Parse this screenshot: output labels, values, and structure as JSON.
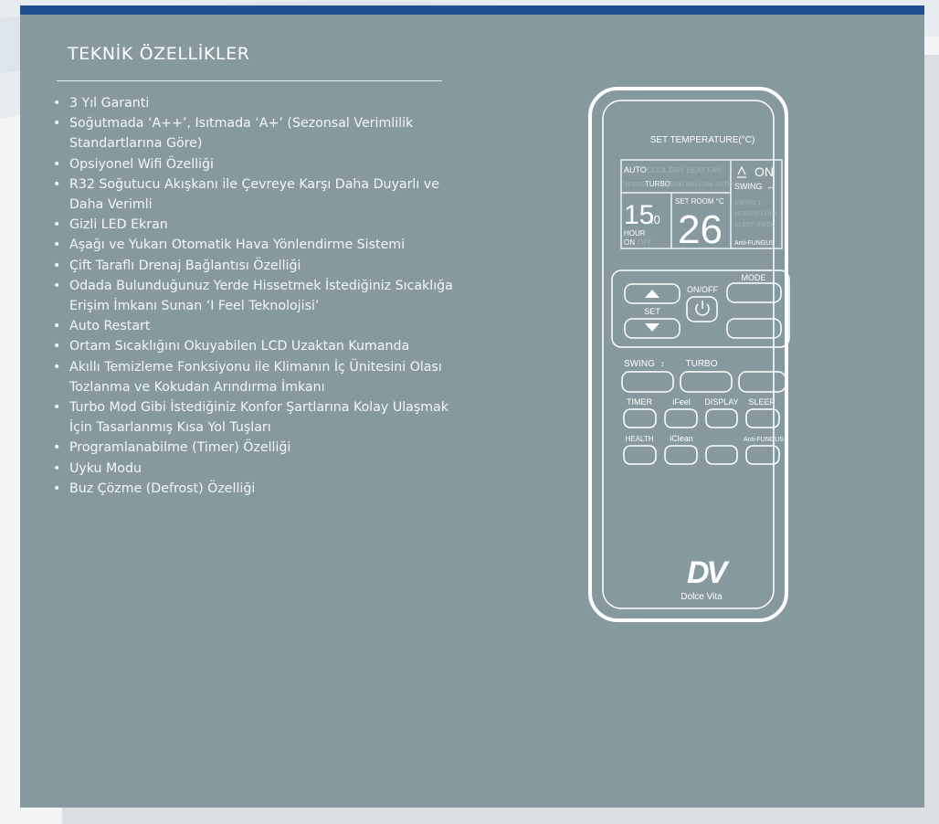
{
  "page": {
    "title": "TEKNİK ÖZELLİKLER",
    "features": [
      "3 Yıl Garanti",
      "Soğutmada ‘A++’, Isıtmada ‘A+’ (Sezonsal Verimlilik Standartlarına Göre)",
      "Opsiyonel Wifi Özelliği",
      " R32 Soğutucu Akışkanı ile Çevreye Karşı Daha Duyarlı ve Daha Verimli",
      "Gizli LED Ekran",
      "Aşağı ve Yukarı Otomatik Hava Yönlendirme Sistemi",
      "Çift Taraflı Drenaj Bağlantısı Özelliği",
      "Odada Bulunduğunuz Yerde Hissetmek İstediğiniz Sıcaklığa Erişim İmkanı Sunan ‘I Feel Teknolojisi’",
      "Auto Restart",
      "Ortam Sıcaklığını Okuyabilen LCD Uzaktan Kumanda",
      "Akıllı Temizleme Fonksiyonu ile Klimanın İç Ünitesini Olası Tozlanma ve Kokudan Arındırma İmkanı",
      "Turbo Mod Gibi İstediğiniz Konfor Şartlarına Kolay Ulaşmak İçin Tasarlanmış Kısa Yol Tuşları",
      "Programlanabilme (Timer) Özelliği",
      "Uyku Modu",
      "Buz Çözme (Defrost) Özelliği"
    ]
  },
  "remote": {
    "set_temperature": "SET TEMPERATURE(°C)",
    "lcd": {
      "mode_auto": "AUTO",
      "mode_dim": "COOL DRY HEAT FAN",
      "speed_dim1": "SPEED",
      "turbo": "TURBO",
      "speed_dim2": "HIGH MID LOW AUTO",
      "on": "ON",
      "swing": "SWING",
      "left_digits": "15",
      "left_decimal": ".0",
      "hour": "HOUR",
      "on_small": "ON",
      "off_dim": "OFF",
      "set_room": "SET ROOM °C",
      "big_digits": "26",
      "right_dim1": "SWING 1",
      "right_dim2": "HEALTH LOCK",
      "right_dim3": "SLEEP IFEEL",
      "anti_fungus": "Anti-FUNGUS"
    },
    "buttons": {
      "mode": "MODE",
      "on_off": "ON/OFF",
      "set": "SET",
      "swing": "SWING",
      "turbo": "TURBO",
      "timer": "TIMER",
      "ifeel": "iFeel",
      "display": "DISPLAY",
      "sleep": "SLEEP",
      "health": "HEALTH",
      "iclean": "iClean",
      "anti_fungus": "Anti-FUNGUS"
    },
    "logo": {
      "monogram": "DV",
      "brand": "Dolce Vita"
    }
  }
}
